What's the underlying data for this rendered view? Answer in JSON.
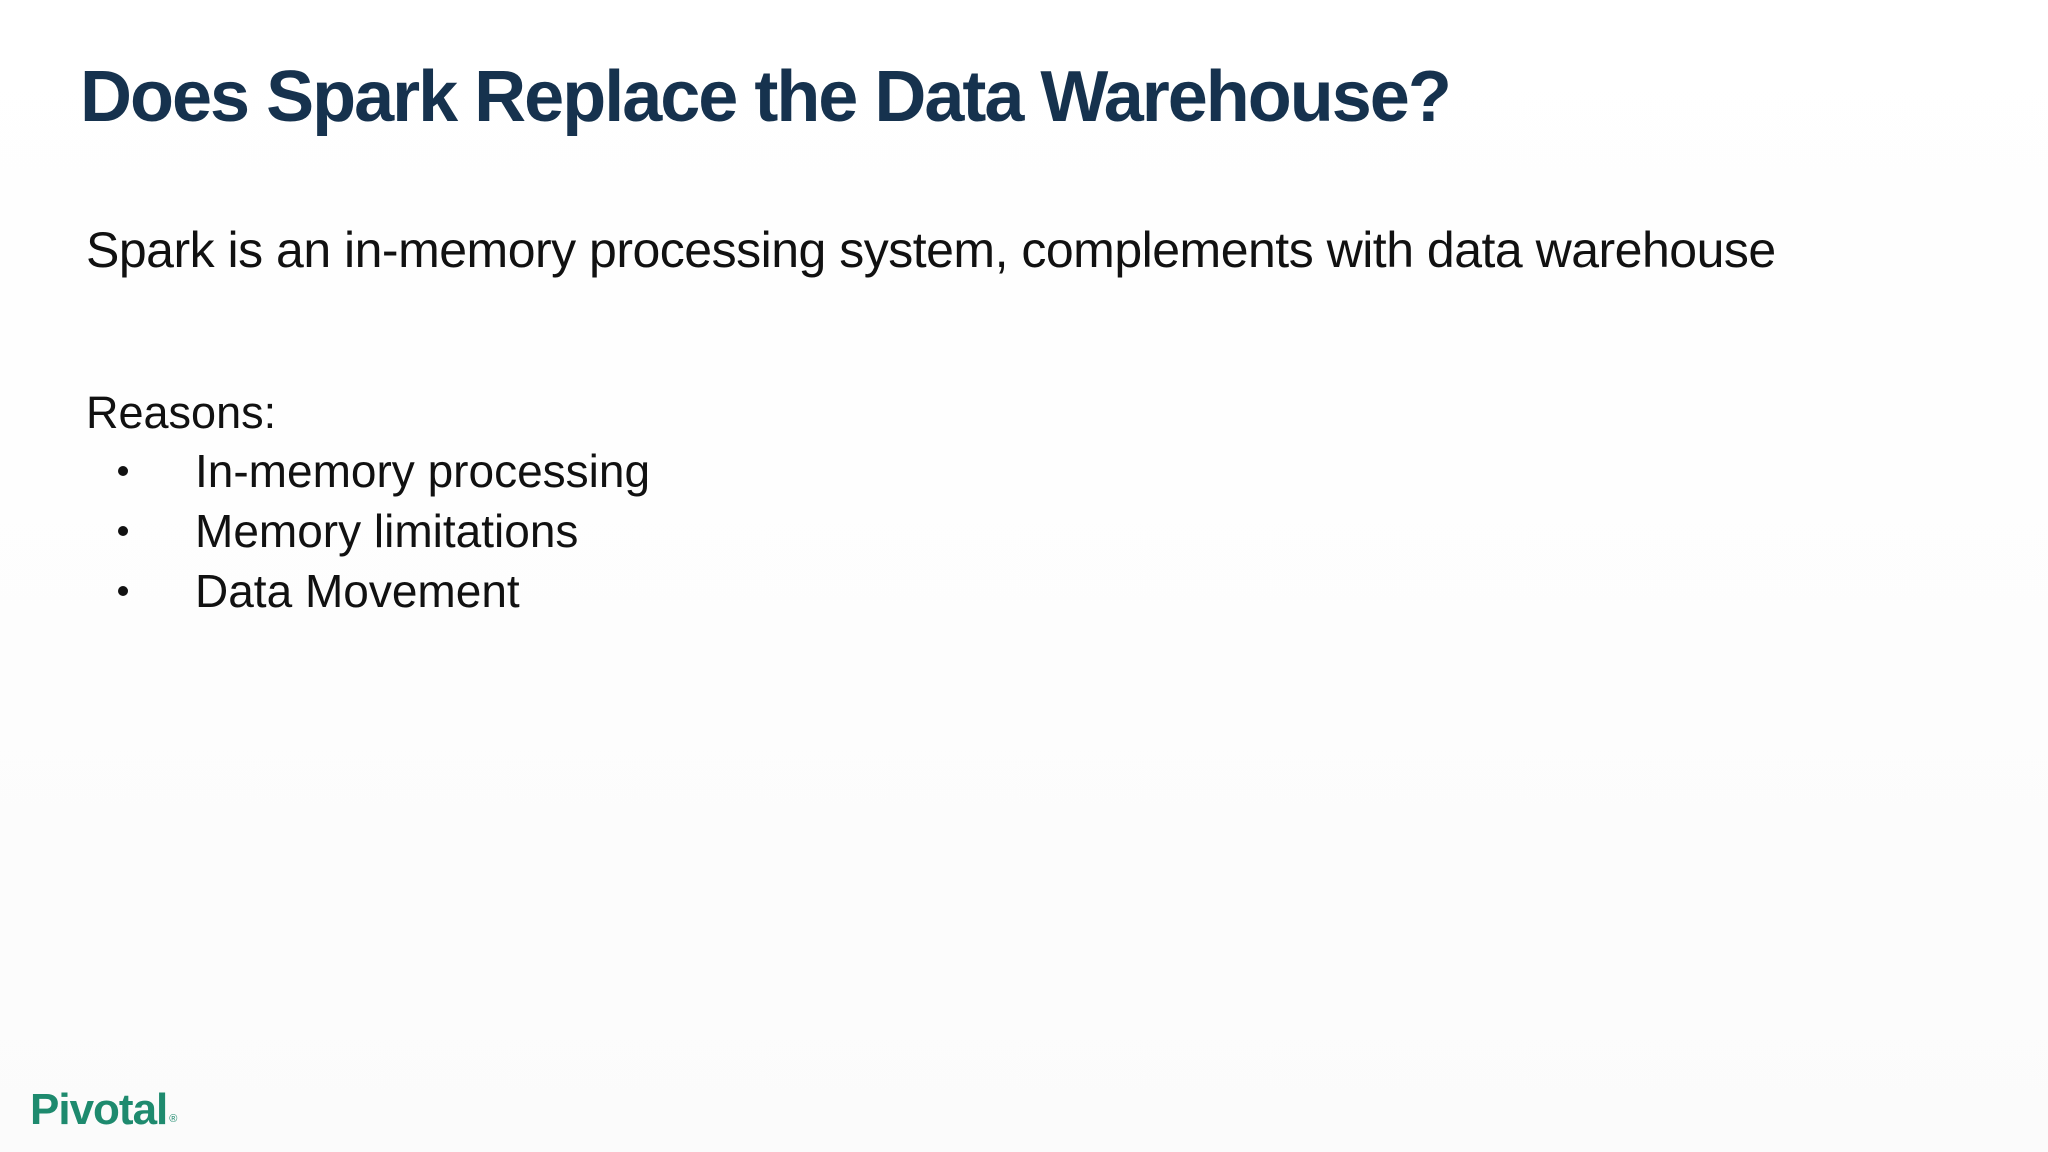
{
  "slide": {
    "title": "Does Spark Replace the Data Warehouse?",
    "intro": "Spark is an in-memory processing system, complements with data warehouse",
    "reasons_heading": "Reasons:",
    "reasons": [
      "In-memory processing",
      "Memory limitations",
      "Data Movement"
    ],
    "footer": {
      "logo_text": "Pivotal",
      "registered_mark": "®"
    },
    "colors": {
      "title_color": "#16324e",
      "body_text": "#111111",
      "logo_green": "#1e8a6e",
      "background": "#ffffff"
    }
  }
}
